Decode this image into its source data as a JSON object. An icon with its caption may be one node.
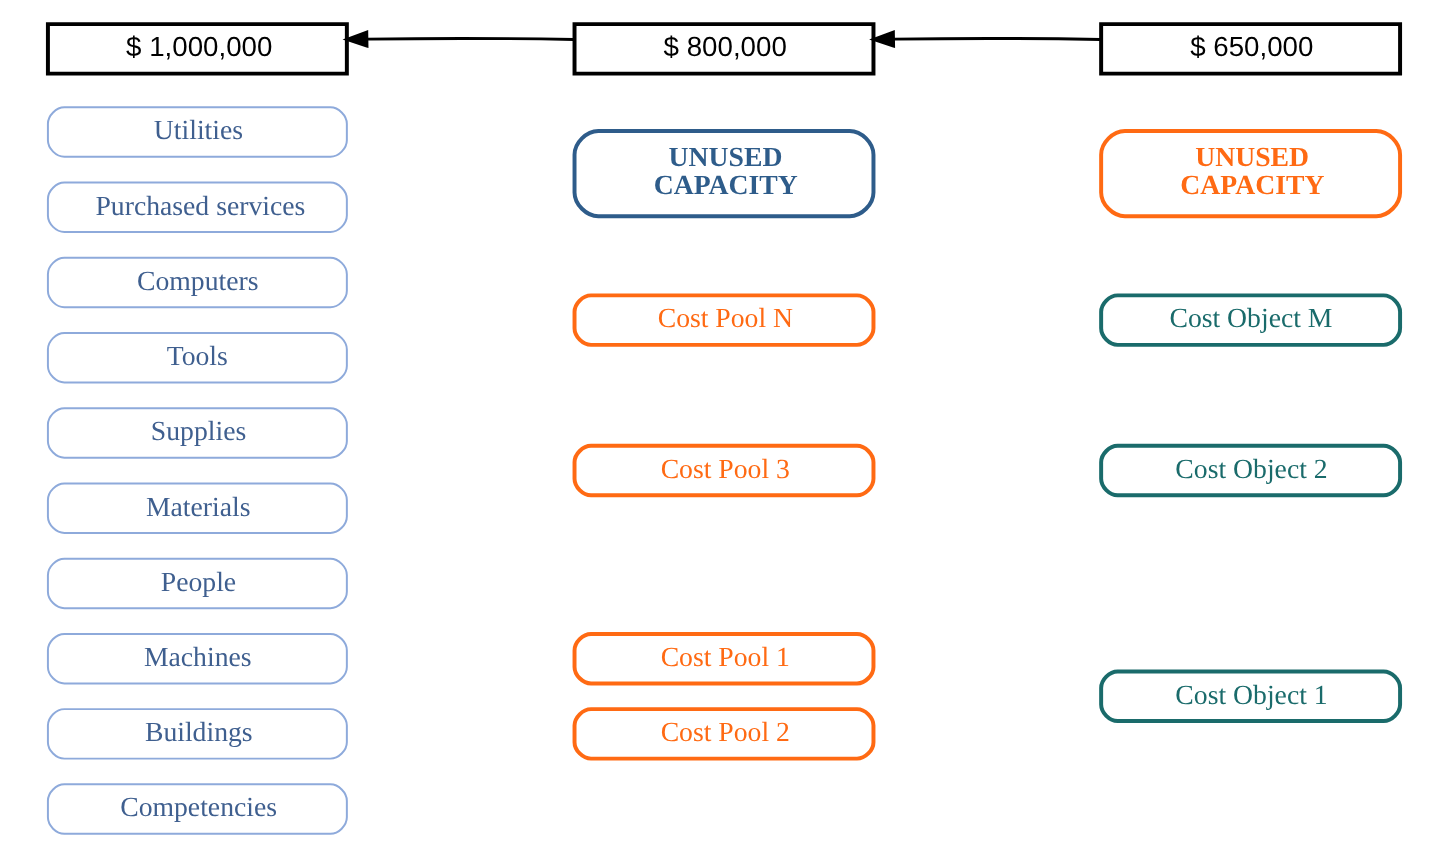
{
  "diagram": {
    "nodes": [
      {
        "text": [
          "People"
        ]
      },
      {
        "text": [
          "Machines"
        ]
      },
      {
        "text": [
          "Buildings"
        ]
      },
      {
        "text": [
          "Competencies"
        ]
      },
      {
        "text": [
          "Supplies"
        ]
      },
      {
        "text": [
          "Materials"
        ]
      },
      {
        "text": [
          "Computers"
        ]
      },
      {
        "text": [
          "Tools"
        ]
      },
      {
        "text": [
          "Utilities"
        ]
      },
      {
        "text": [
          "Purchased services"
        ]
      },
      {
        "text": [
          "Cost Pool 1"
        ]
      },
      {
        "text": [
          "Cost Pool 2"
        ]
      },
      {
        "text": [
          "Cost Pool 3"
        ]
      },
      {
        "text": [
          "Cost Pool N"
        ]
      },
      {
        "text": [
          "UNUSED CAPACITY"
        ]
      },
      {
        "text": [
          "Cost Object 1"
        ]
      },
      {
        "text": [
          "Cost Object 2"
        ]
      },
      {
        "text": [
          "Cost Object M"
        ]
      },
      {
        "text": [
          "UNUSED CAPACITY"
        ]
      },
      {
        "text": [
          "$ 1,000,000"
        ]
      },
      {
        "text": [
          "$ 800,000"
        ]
      },
      {
        "text": [
          "$ 650,000"
        ]
      }
    ],
    "edges": [
      {
        "from": 20,
        "to": 19,
        "arrow": "to"
      },
      {
        "from": 21,
        "to": 20,
        "arrow": "to"
      }
    ]
  }
}
